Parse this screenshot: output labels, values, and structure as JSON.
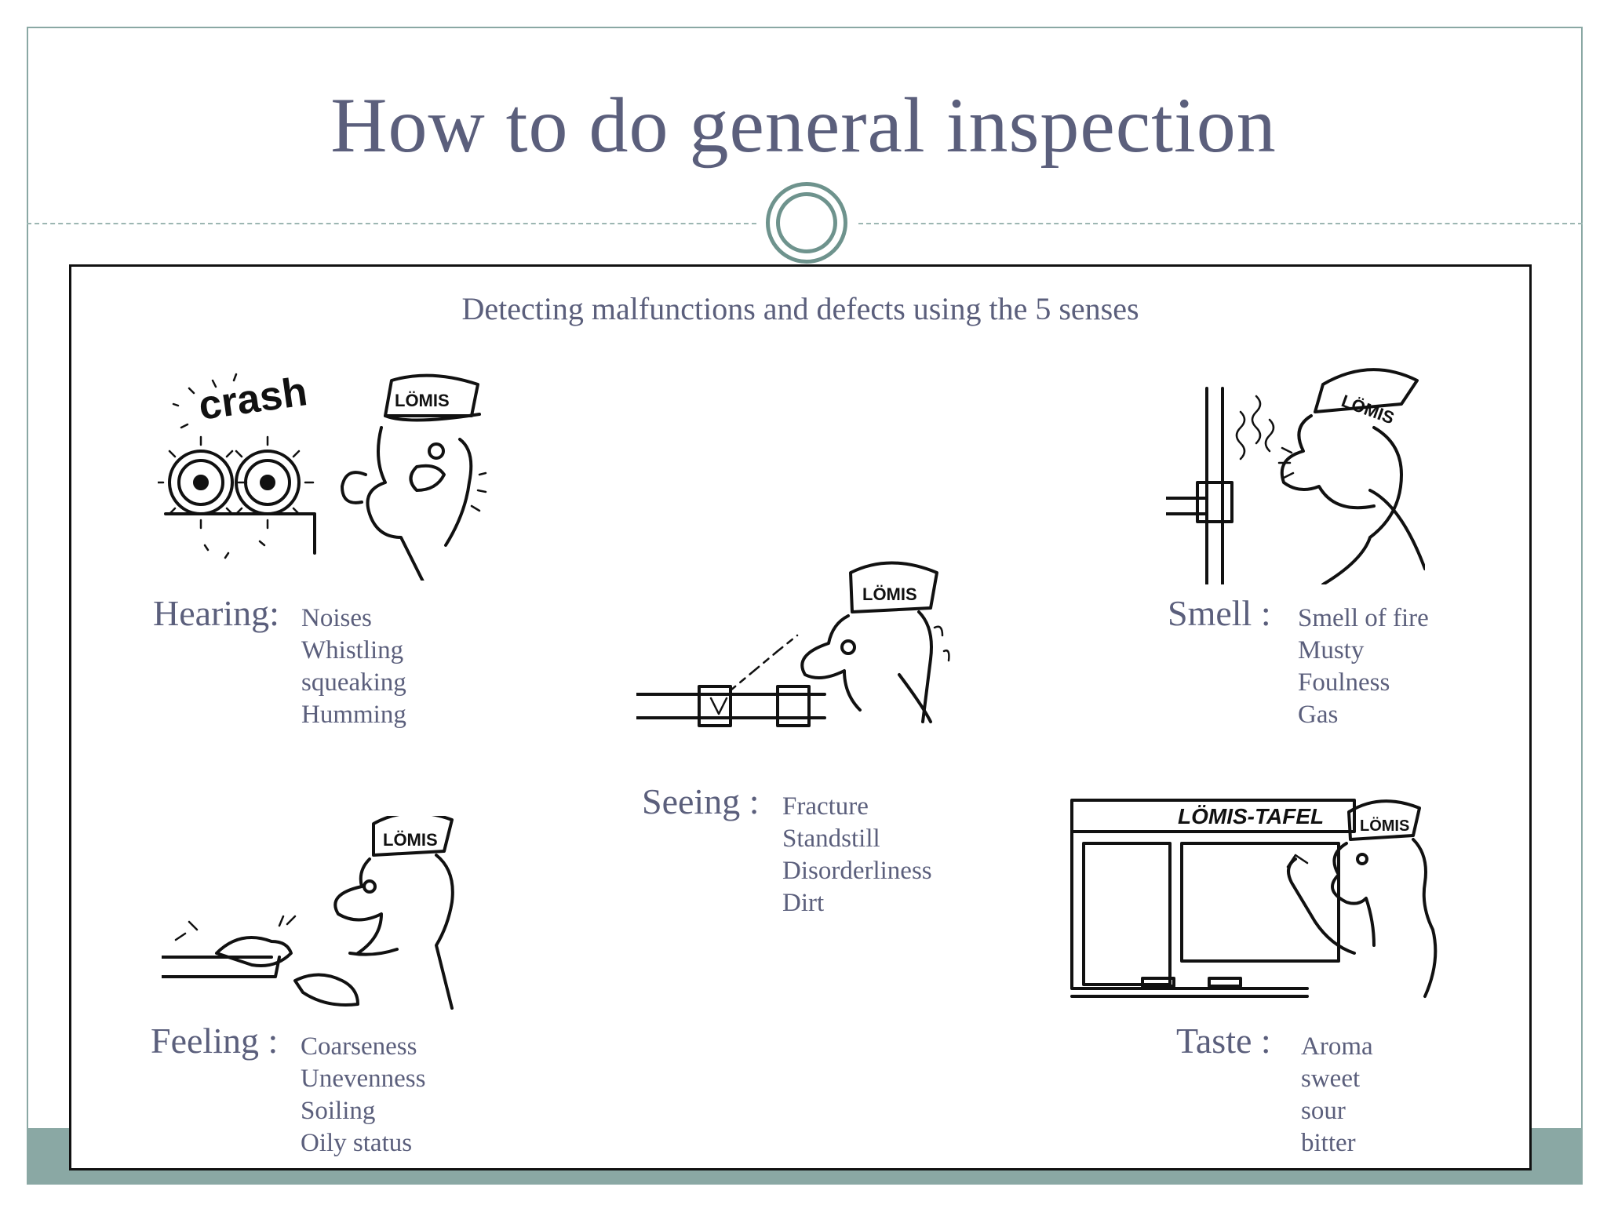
{
  "slide": {
    "title": "How to do general inspection",
    "subtitle": "Detecting malfunctions and defects using the 5 senses",
    "accent_color": "#8aa8a4",
    "text_color": "#5b5f7c"
  },
  "senses": {
    "hearing": {
      "label": "Hearing:",
      "items": [
        "Noises",
        "Whistling",
        "squeaking",
        "Humming"
      ],
      "illustration": "worker-listening-to-crashing-gears",
      "sign_text": "crash",
      "cap_text": "LÖMIS"
    },
    "smell": {
      "label": "Smell :",
      "items": [
        "Smell of fire",
        "Musty",
        "Foulness",
        "Gas"
      ],
      "illustration": "worker-sniffing-smoking-pipe",
      "cap_text": "LÖMIS"
    },
    "seeing": {
      "label": "Seeing :",
      "items": [
        "Fracture",
        "Standstill",
        "Disorderliness",
        "Dirt"
      ],
      "illustration": "worker-looking-at-pipe",
      "cap_text": "LÖMIS"
    },
    "feeling": {
      "label": "Feeling :",
      "items": [
        "Coarseness",
        "Unevenness",
        "Soiling",
        "Oily status"
      ],
      "illustration": "worker-touching-surface",
      "cap_text": "LÖMIS"
    },
    "taste": {
      "label": "Taste :",
      "items": [
        "Aroma",
        "sweet",
        "sour",
        "bitter"
      ],
      "illustration": "worker-at-board",
      "board_text": "LÖMIS-TAFEL",
      "cap_text": "LÖMIS"
    }
  }
}
